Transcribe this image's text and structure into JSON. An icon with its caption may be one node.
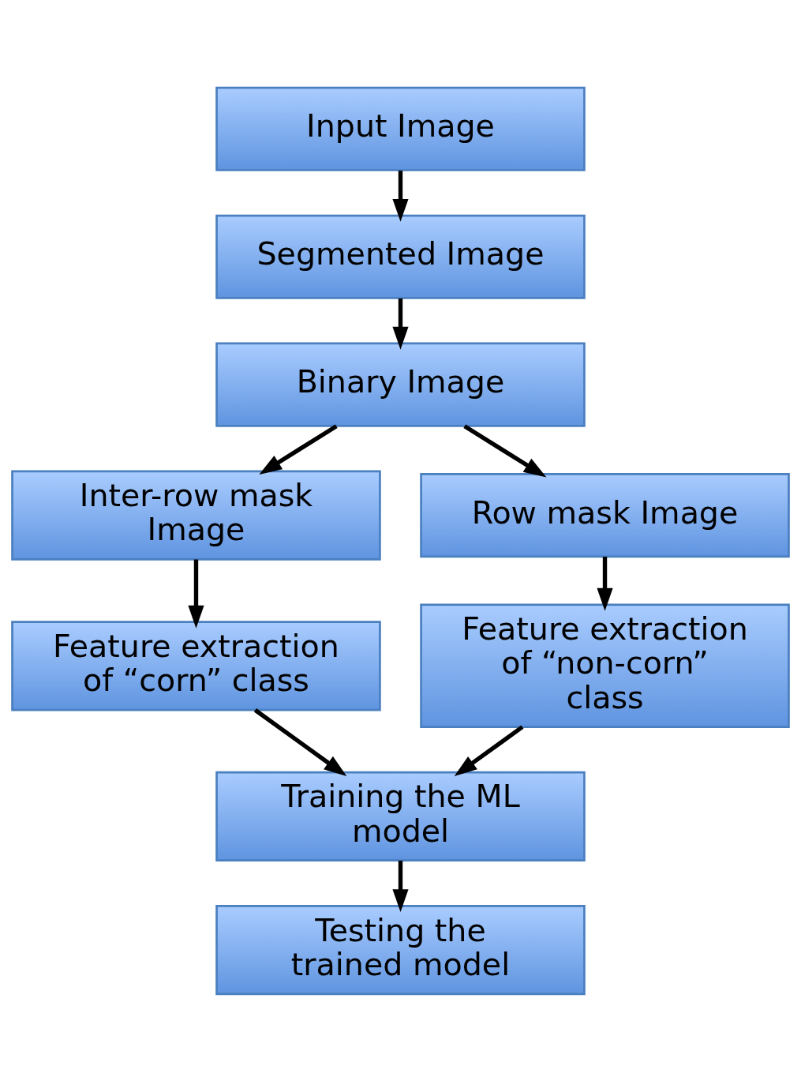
{
  "diagram": {
    "nodes": [
      {
        "text": [
          "Input Image"
        ]
      },
      {
        "text": [
          "Segmented Image"
        ]
      },
      {
        "text": [
          "Binary Image"
        ]
      },
      {
        "text": [
          "Inter-row mask Image"
        ]
      },
      {
        "text": [
          "Row mask Image"
        ]
      },
      {
        "text": [
          "Feature extraction of “corn” class"
        ]
      },
      {
        "text": [
          "Feature extraction of “non-corn” class"
        ]
      },
      {
        "text": [
          "Training the ML model"
        ]
      },
      {
        "text": [
          "Testing the trained model"
        ]
      }
    ],
    "edges": [
      {
        "from": 0,
        "to": 1,
        "arrow": "to"
      },
      {
        "from": 1,
        "to": 2,
        "arrow": "to"
      },
      {
        "from": 2,
        "to": 3,
        "arrow": "to"
      },
      {
        "from": 2,
        "to": 4,
        "arrow": "to"
      },
      {
        "from": 3,
        "to": 5,
        "arrow": "to"
      },
      {
        "from": 4,
        "to": 6,
        "arrow": "to"
      },
      {
        "from": 5,
        "to": 7,
        "arrow": "to"
      },
      {
        "from": 6,
        "to": 7,
        "arrow": "to"
      },
      {
        "from": 7,
        "to": 8,
        "arrow": "to"
      }
    ]
  }
}
